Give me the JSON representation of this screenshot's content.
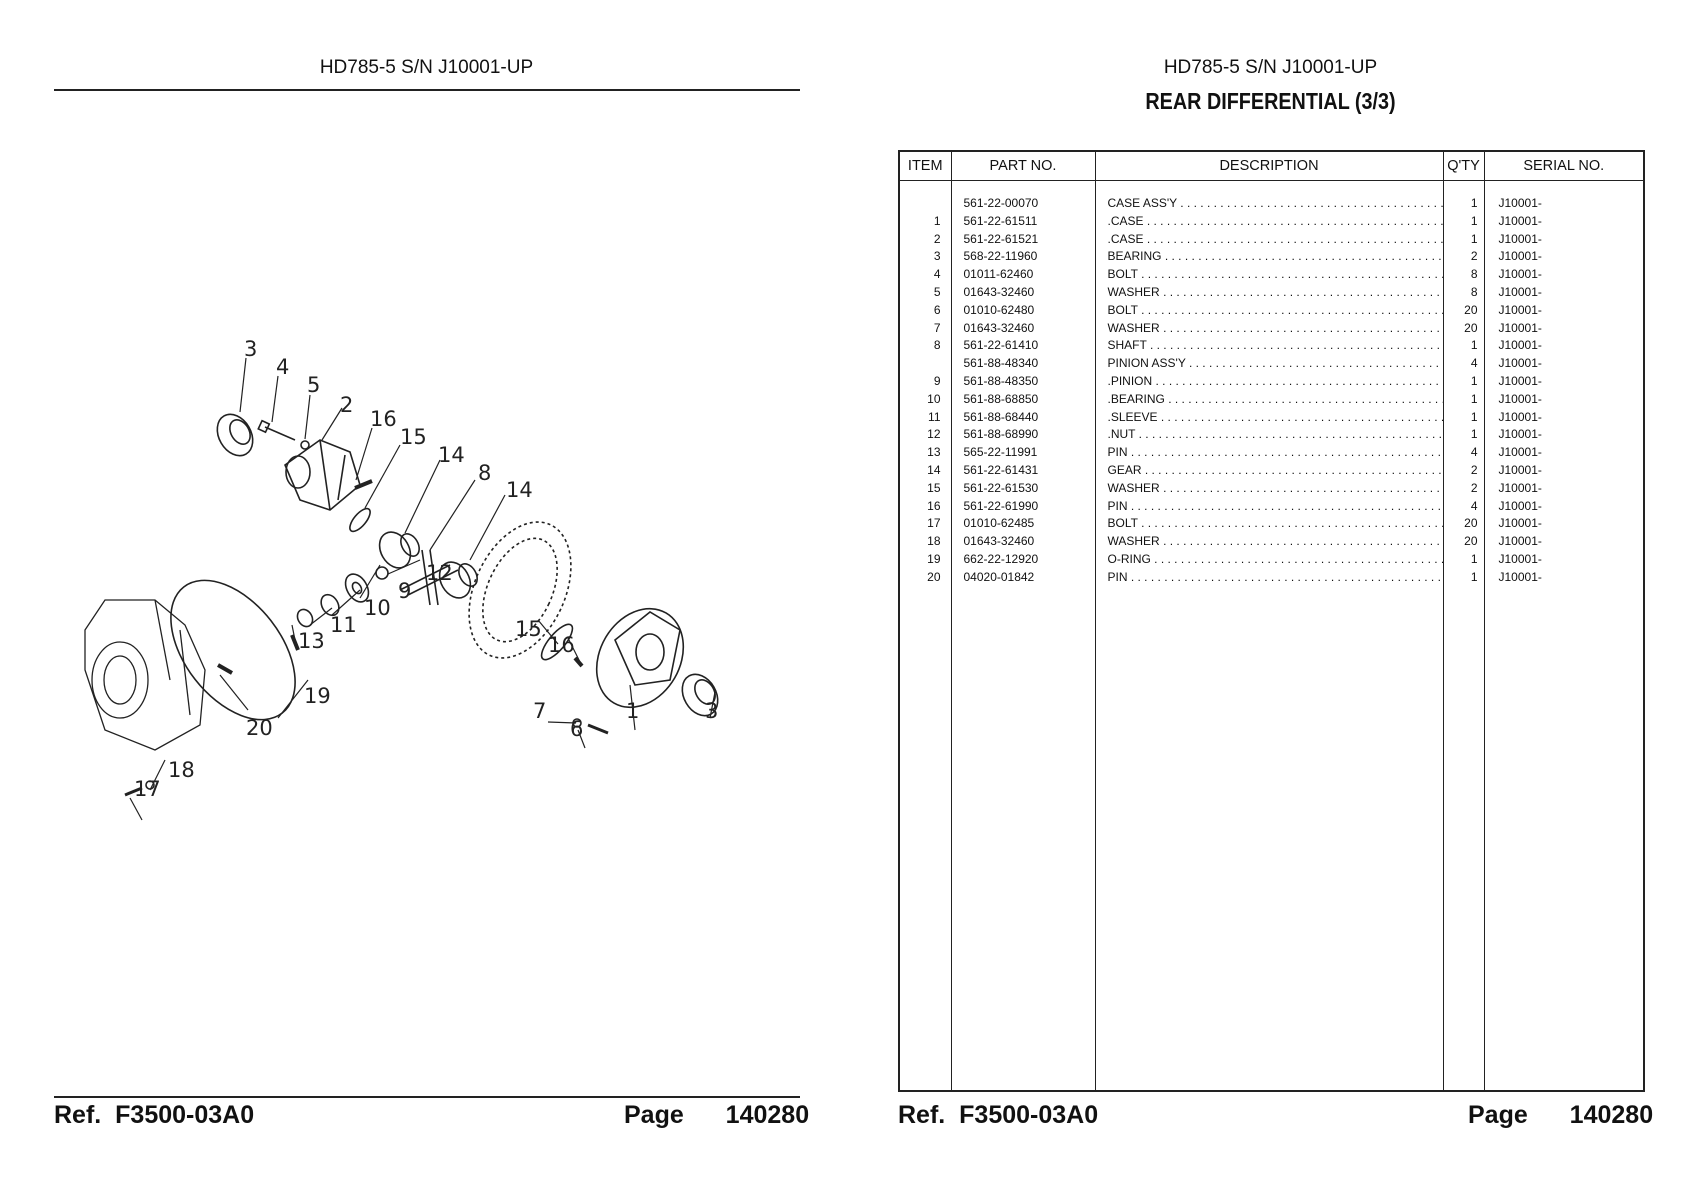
{
  "left_page": {
    "header": "HD785-5 S/N J10001-UP",
    "footer": {
      "ref_label": "Ref.",
      "ref_value": "F3500-03A0",
      "page_label": "Page",
      "page_value": "140280"
    },
    "callouts": [
      "3",
      "4",
      "5",
      "2",
      "16",
      "15",
      "14",
      "8",
      "14",
      "12",
      "9",
      "10",
      "11",
      "13",
      "19",
      "20",
      "15",
      "16",
      "1",
      "3",
      "7",
      "6",
      "18",
      "17"
    ]
  },
  "right_page": {
    "header": "HD785-5 S/N J10001-UP",
    "subtitle": "REAR DIFFERENTIAL (3/3)",
    "table": {
      "columns": [
        "ITEM",
        "PART NO.",
        "DESCRIPTION",
        "Q'TY",
        "SERIAL NO."
      ],
      "rows": [
        {
          "item": "",
          "part": "561-22-00070",
          "desc": "CASE ASS'Y",
          "qty": "1",
          "serial": "J10001-"
        },
        {
          "item": "1",
          "part": "561-22-61511",
          "desc": ".CASE",
          "qty": "1",
          "serial": "J10001-"
        },
        {
          "item": "2",
          "part": "561-22-61521",
          "desc": ".CASE",
          "qty": "1",
          "serial": "J10001-"
        },
        {
          "item": "3",
          "part": "568-22-11960",
          "desc": "BEARING",
          "qty": "2",
          "serial": "J10001-"
        },
        {
          "item": "4",
          "part": "01011-62460",
          "desc": "BOLT",
          "qty": "8",
          "serial": "J10001-"
        },
        {
          "item": "5",
          "part": "01643-32460",
          "desc": "WASHER",
          "qty": "8",
          "serial": "J10001-"
        },
        {
          "item": "6",
          "part": "01010-62480",
          "desc": "BOLT",
          "qty": "20",
          "serial": "J10001-"
        },
        {
          "item": "7",
          "part": "01643-32460",
          "desc": "WASHER",
          "qty": "20",
          "serial": "J10001-"
        },
        {
          "item": "8",
          "part": "561-22-61410",
          "desc": "SHAFT",
          "qty": "1",
          "serial": "J10001-"
        },
        {
          "item": "",
          "part": "561-88-48340",
          "desc": "PINION ASS'Y",
          "qty": "4",
          "serial": "J10001-"
        },
        {
          "item": "9",
          "part": "561-88-48350",
          "desc": ".PINION",
          "qty": "1",
          "serial": "J10001-"
        },
        {
          "item": "10",
          "part": "561-88-68850",
          "desc": ".BEARING",
          "qty": "1",
          "serial": "J10001-"
        },
        {
          "item": "11",
          "part": "561-88-68440",
          "desc": ".SLEEVE",
          "qty": "1",
          "serial": "J10001-"
        },
        {
          "item": "12",
          "part": "561-88-68990",
          "desc": ".NUT",
          "qty": "1",
          "serial": "J10001-"
        },
        {
          "item": "13",
          "part": "565-22-11991",
          "desc": "PIN",
          "qty": "4",
          "serial": "J10001-"
        },
        {
          "item": "14",
          "part": "561-22-61431",
          "desc": "GEAR",
          "qty": "2",
          "serial": "J10001-"
        },
        {
          "item": "15",
          "part": "561-22-61530",
          "desc": "WASHER",
          "qty": "2",
          "serial": "J10001-"
        },
        {
          "item": "16",
          "part": "561-22-61990",
          "desc": "PIN",
          "qty": "4",
          "serial": "J10001-"
        },
        {
          "item": "17",
          "part": "01010-62485",
          "desc": "BOLT",
          "qty": "20",
          "serial": "J10001-"
        },
        {
          "item": "18",
          "part": "01643-32460",
          "desc": "WASHER",
          "qty": "20",
          "serial": "J10001-"
        },
        {
          "item": "19",
          "part": "662-22-12920",
          "desc": "O-RING",
          "qty": "1",
          "serial": "J10001-"
        },
        {
          "item": "20",
          "part": "04020-01842",
          "desc": "PIN",
          "qty": "1",
          "serial": "J10001-"
        }
      ]
    },
    "footer": {
      "ref_label": "Ref.",
      "ref_value": "F3500-03A0",
      "page_label": "Page",
      "page_value": "140280"
    }
  }
}
